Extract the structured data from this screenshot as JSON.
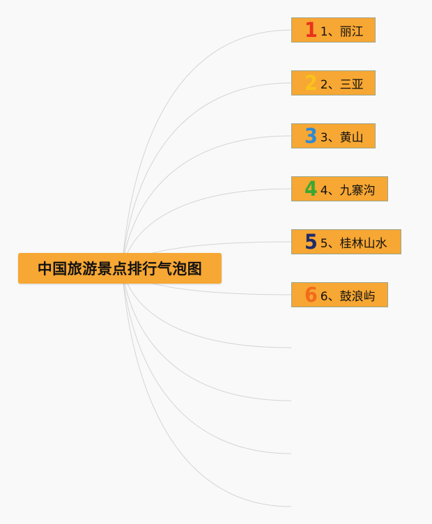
{
  "root": {
    "label": "中国旅游景点排行气泡图"
  },
  "branches": [
    {
      "rank_icon": "1",
      "rank_color": "#e8321e",
      "label": "1、丽江"
    },
    {
      "rank_icon": "2",
      "rank_color": "#f9c21c",
      "label": "2、三亚"
    },
    {
      "rank_icon": "3",
      "rank_color": "#2d8ad6",
      "label": "3、黄山"
    },
    {
      "rank_icon": "4",
      "rank_color": "#3aa832",
      "label": "4、九寨沟"
    },
    {
      "rank_icon": "5",
      "rank_color": "#1f2a6b",
      "label": "5、桂林山水"
    },
    {
      "rank_icon": "6",
      "rank_color": "#f26b1d",
      "label": "6、鼓浪屿"
    }
  ],
  "empty_branch_count": 4
}
